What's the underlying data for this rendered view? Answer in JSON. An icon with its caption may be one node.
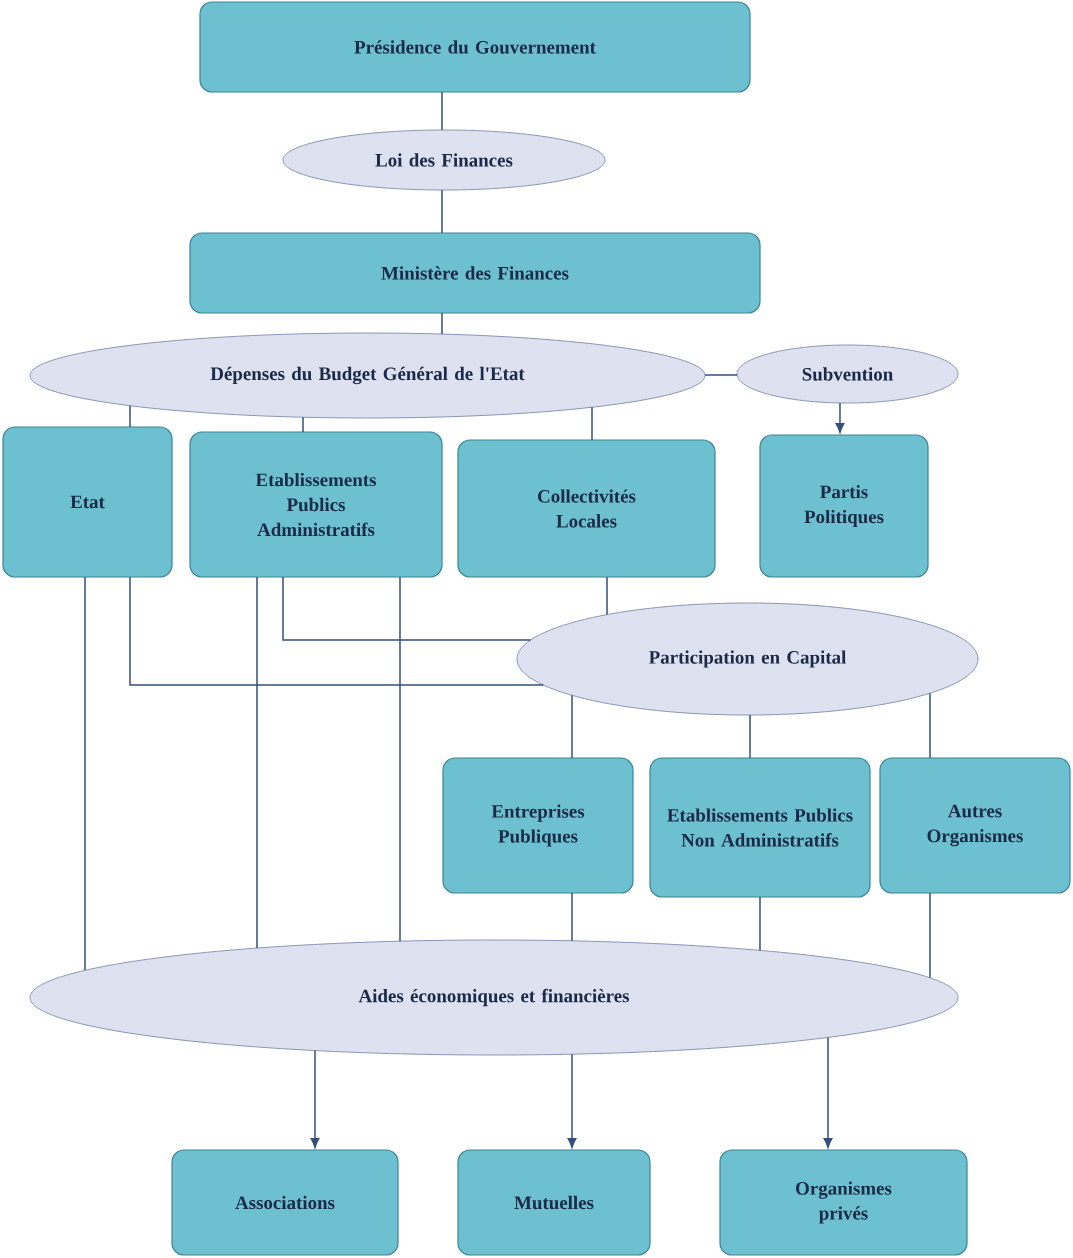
{
  "diagram": {
    "nodes": [
      {
        "text": [
          "Présidence du Gouvernement"
        ]
      },
      {
        "text": [
          "Loi des Finances"
        ]
      },
      {
        "text": [
          "Ministère des Finances"
        ]
      },
      {
        "text": [
          "Dépenses du Budget Général de l'Etat"
        ]
      },
      {
        "text": [
          "Subvention"
        ]
      },
      {
        "text": [
          "Etat"
        ]
      },
      {
        "text": [
          "Etablissements Publics Administratifs"
        ]
      },
      {
        "text": [
          "Collectivités Locales"
        ]
      },
      {
        "text": [
          "Partis Politiques"
        ]
      },
      {
        "text": [
          "Participation en Capital"
        ]
      },
      {
        "text": [
          "Entreprises Publiques"
        ]
      },
      {
        "text": [
          "Etablissements Publics Non Administratifs"
        ]
      },
      {
        "text": [
          "Autres Organismes"
        ]
      },
      {
        "text": [
          "Aides économiques et financières"
        ]
      },
      {
        "text": [
          "Associations"
        ]
      },
      {
        "text": [
          "Mutuelles"
        ]
      },
      {
        "text": [
          "Organismes privés"
        ]
      }
    ],
    "edges": [
      {
        "from": 0,
        "to": 1,
        "arrow": "none"
      },
      {
        "from": 1,
        "to": 2,
        "arrow": "none"
      },
      {
        "from": 2,
        "to": 3,
        "arrow": "none"
      },
      {
        "from": 3,
        "to": 4,
        "arrow": "none"
      },
      {
        "from": 4,
        "to": 8,
        "arrow": "to"
      },
      {
        "from": 3,
        "to": 5,
        "arrow": "none"
      },
      {
        "from": 3,
        "to": 6,
        "arrow": "none"
      },
      {
        "from": 3,
        "to": 7,
        "arrow": "none"
      },
      {
        "from": 5,
        "to": 9,
        "arrow": "none"
      },
      {
        "from": 6,
        "to": 9,
        "arrow": "none"
      },
      {
        "from": 7,
        "to": 9,
        "arrow": "none"
      },
      {
        "from": 9,
        "to": 10,
        "arrow": "none"
      },
      {
        "from": 9,
        "to": 11,
        "arrow": "none"
      },
      {
        "from": 9,
        "to": 12,
        "arrow": "none"
      },
      {
        "from": 5,
        "to": 13,
        "arrow": "none"
      },
      {
        "from": 6,
        "to": 13,
        "arrow": "none"
      },
      {
        "from": 6,
        "to": 13,
        "arrow": "none"
      },
      {
        "from": 10,
        "to": 13,
        "arrow": "none"
      },
      {
        "from": 11,
        "to": 13,
        "arrow": "none"
      },
      {
        "from": 12,
        "to": 13,
        "arrow": "none"
      },
      {
        "from": 13,
        "to": 14,
        "arrow": "to"
      },
      {
        "from": 13,
        "to": 15,
        "arrow": "to"
      },
      {
        "from": 13,
        "to": 16,
        "arrow": "to"
      }
    ]
  }
}
